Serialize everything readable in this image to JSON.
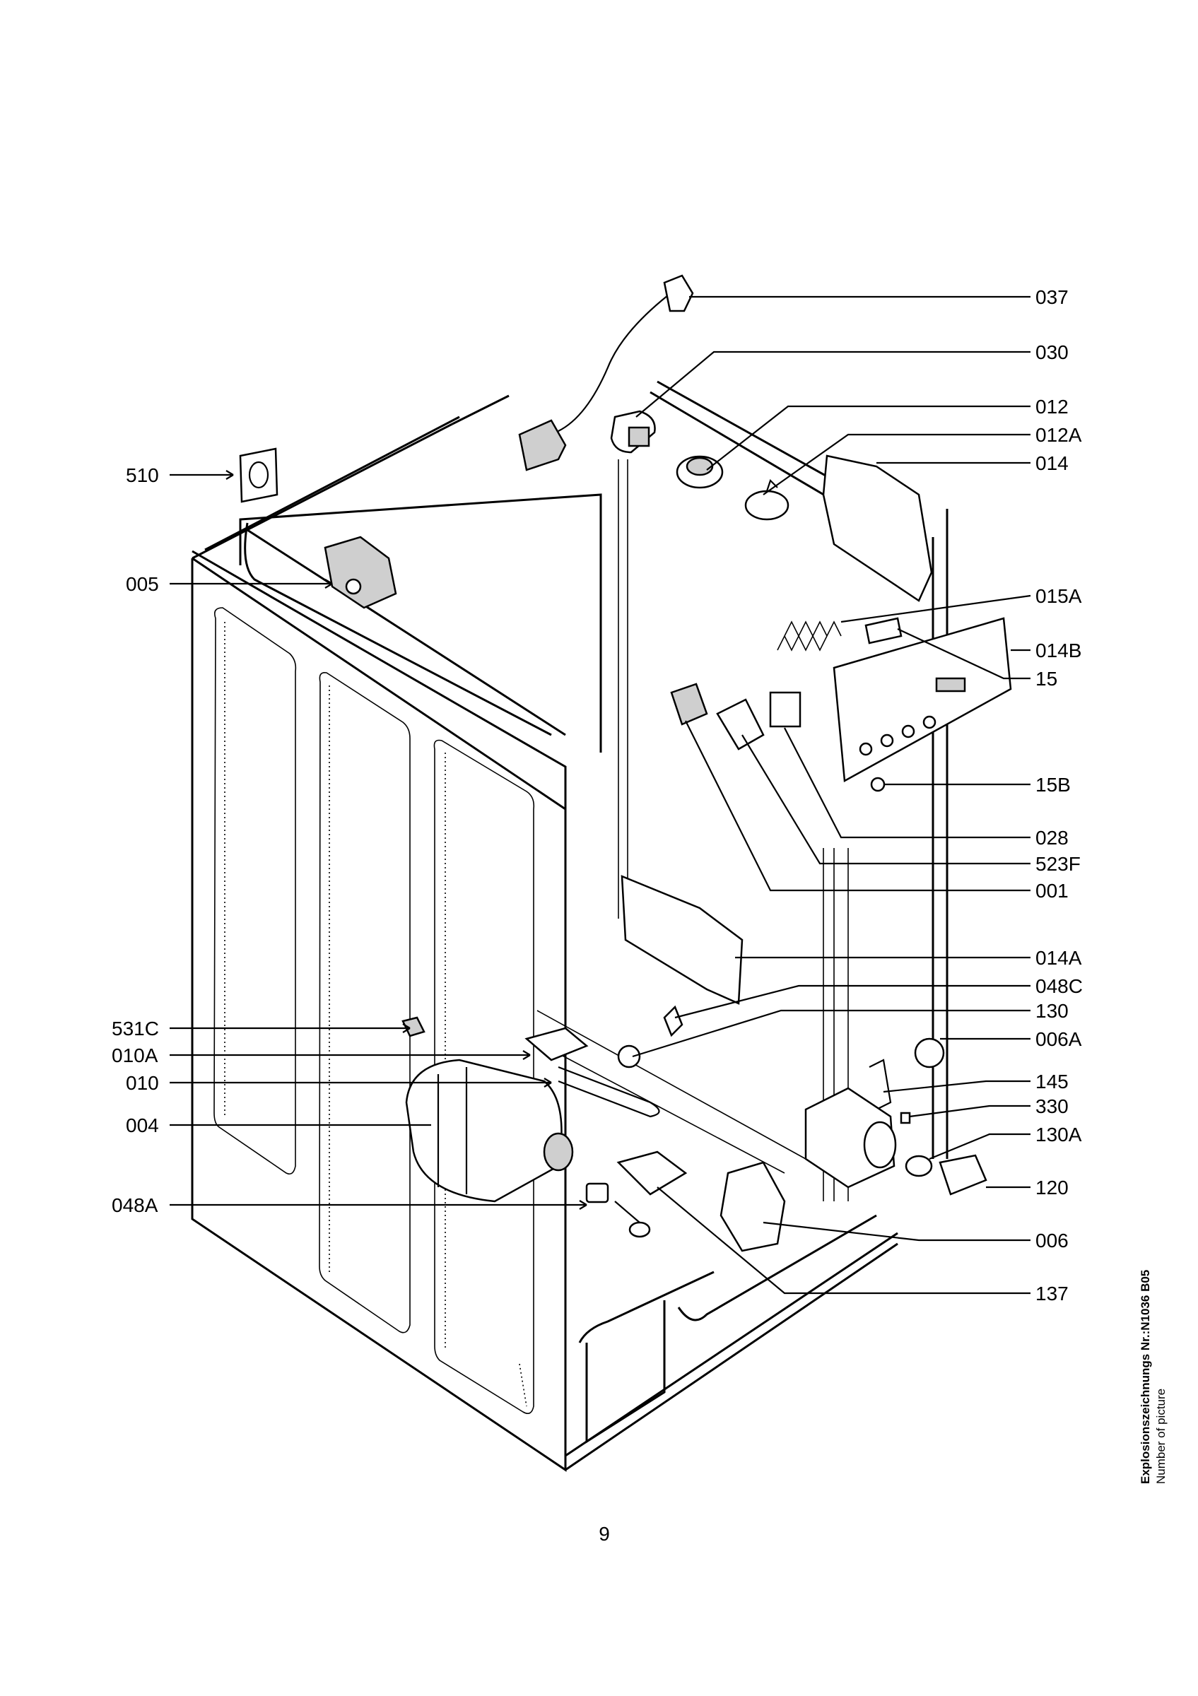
{
  "labels": {
    "l037": "037",
    "l030": "030",
    "l012": "012",
    "l012A": "012A",
    "l014": "014",
    "l510": "510",
    "l005": "005",
    "l015A": "015A",
    "l014B": "014B",
    "l15": "15",
    "l15B": "15B",
    "l028": "028",
    "l523F": "523F",
    "l001": "001",
    "l014A": "014A",
    "l048C": "048C",
    "l130": "130",
    "l006A": "006A",
    "l531C": "531C",
    "l010A": "010A",
    "l010": "010",
    "l004": "004",
    "l145": "145",
    "l330": "330",
    "l130A": "130A",
    "l120": "120",
    "l048A": "048A",
    "l006": "006",
    "l137": "137"
  },
  "page_number": "9",
  "footer": {
    "drawing_number": "Explosionszeichnungs Nr.:N1036 B05",
    "number_of_picture": "Number of picture"
  }
}
